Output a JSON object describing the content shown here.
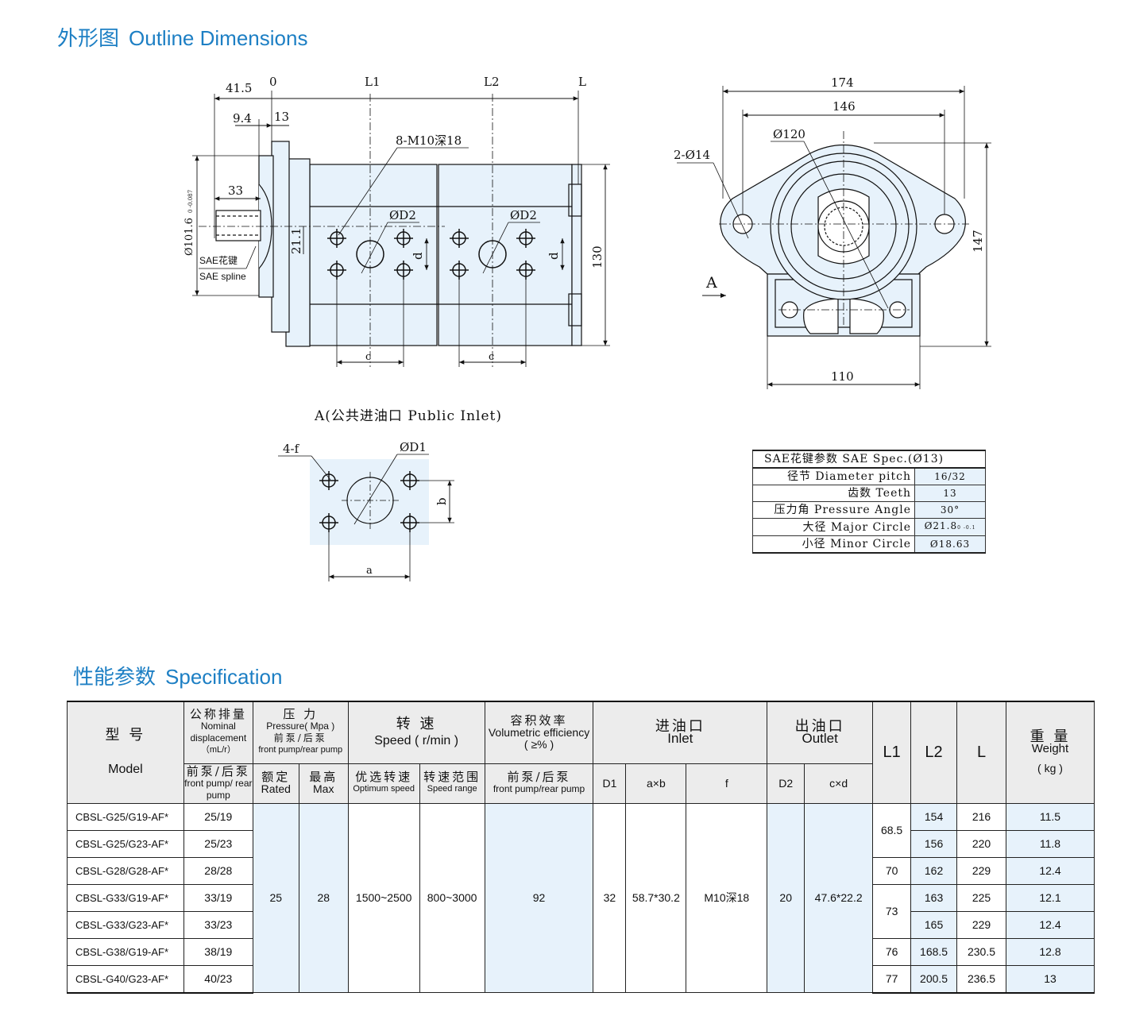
{
  "outline_title": {
    "cn": "外形图",
    "en": "Outline Dimensions"
  },
  "spec_title": {
    "cn": "性能参数",
    "en": "Specification"
  },
  "side_view": {
    "dims": [
      "41.5",
      "0",
      "L1",
      "L2",
      "L",
      "9.4",
      "13",
      "33",
      "8-M10深18",
      "ØD2",
      "ØD2",
      "21.1",
      "d",
      "d",
      "130",
      "c",
      "c"
    ],
    "shaft_dia": "Ø101.6",
    "shaft_tol": "0 -0.087",
    "spline_cn": "SAE花键",
    "spline_en": "SAE spline"
  },
  "front_view": {
    "dims": [
      "174",
      "146",
      "Ø120",
      "2-Ø14",
      "147",
      "110"
    ],
    "view_mark": "A"
  },
  "inlet_view": {
    "title": "A(公共进油口 Public Inlet)",
    "labels": [
      "4-f",
      "ØD1",
      "b",
      "a"
    ]
  },
  "sae_table": {
    "header": "SAE花键参数  SAE Spec.(Ø13)",
    "rows": [
      {
        "label": "径节 Diameter pitch",
        "value": "16/32"
      },
      {
        "label": "齿数 Teeth",
        "value": "13"
      },
      {
        "label": "压力角 Pressure Angle",
        "value": "30°"
      },
      {
        "label": "大径 Major Circle",
        "value": "Ø21.8"
      },
      {
        "label": "小径 Minor Circle",
        "value": "Ø18.63"
      }
    ],
    "major_tol": "0 -0.1"
  },
  "spec_table": {
    "headers": {
      "model_cn": "型 号",
      "model_en": "Model",
      "disp_cn": "公称排量",
      "disp_en": "Nominal displacement",
      "disp_unit": "（mL/r）",
      "disp_sub_cn": "前泵/后泵",
      "disp_sub_en": "front pump/ rear pump",
      "pressure_cn": "压 力",
      "pressure_en": "Pressure( Mpa )",
      "pressure_sub_cn": "前泵/后泵",
      "pressure_sub_en": "front pump/rear pump",
      "rated_cn": "额定",
      "rated_en": "Rated",
      "max_cn": "最高",
      "max_en": "Max",
      "speed_cn": "转 速",
      "speed_en": "Speed ( r/min )",
      "opt_cn": "优选转速",
      "opt_en": "Optimum speed",
      "range_cn": "转速范围",
      "range_en": "Speed range",
      "eff_cn": "容积效率",
      "eff_en": "Volumetric efficiency",
      "eff_unit": "( ≥% )",
      "eff_sub_cn": "前泵/后泵",
      "eff_sub_en": "front pump/rear pump",
      "inlet_cn": "进油口",
      "inlet_en": "Inlet",
      "d1": "D1",
      "axb": "a×b",
      "f": "f",
      "outlet_cn": "出油口",
      "outlet_en": "Outlet",
      "d2": "D2",
      "cxd": "c×d",
      "l1": "L1",
      "l2": "L2",
      "l": "L",
      "weight_cn": "重 量",
      "weight_en": "Weight",
      "weight_unit": "( kg )"
    },
    "shared": {
      "rated": "25",
      "max": "28",
      "opt_speed": "1500~2500",
      "speed_range": "800~3000",
      "efficiency": "92",
      "d1": "32",
      "axb": "58.7*30.2",
      "f": "M10深18",
      "d2": "20",
      "cxd": "47.6*22.2"
    },
    "l1_groups": [
      "68.5",
      "70",
      "73",
      "76",
      "77"
    ],
    "rows": [
      {
        "model": "CBSL-G25/G19-AF*",
        "disp": "25/19",
        "l2": "154",
        "l": "216",
        "weight": "11.5"
      },
      {
        "model": "CBSL-G25/G23-AF*",
        "disp": "25/23",
        "l2": "156",
        "l": "220",
        "weight": "11.8"
      },
      {
        "model": "CBSL-G28/G28-AF*",
        "disp": "28/28",
        "l2": "162",
        "l": "229",
        "weight": "12.4"
      },
      {
        "model": "CBSL-G33/G19-AF*",
        "disp": "33/19",
        "l2": "163",
        "l": "225",
        "weight": "12.1"
      },
      {
        "model": "CBSL-G33/G23-AF*",
        "disp": "33/23",
        "l2": "165",
        "l": "229",
        "weight": "12.4"
      },
      {
        "model": "CBSL-G38/G19-AF*",
        "disp": "38/19",
        "l2": "168.5",
        "l": "230.5",
        "weight": "12.8"
      },
      {
        "model": "CBSL-G40/G23-AF*",
        "disp": "40/23",
        "l2": "200.5",
        "l": "236.5",
        "weight": "13"
      }
    ]
  }
}
